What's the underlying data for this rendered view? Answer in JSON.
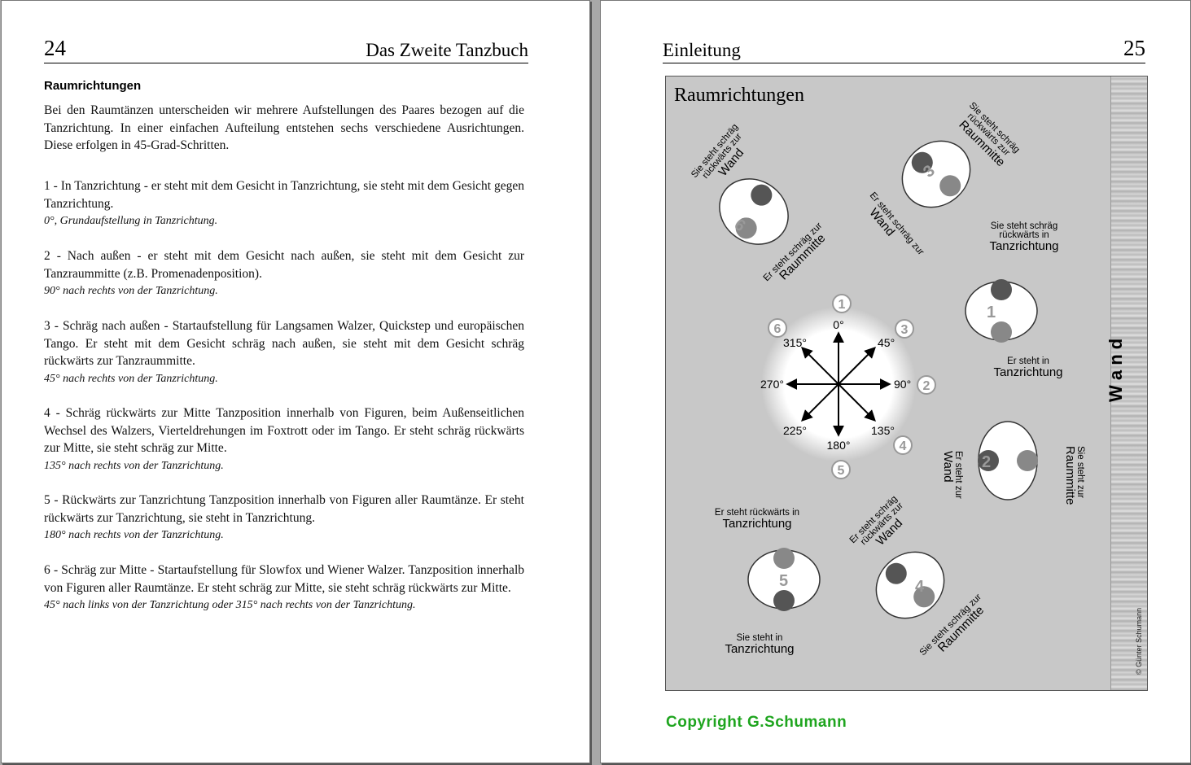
{
  "left_page": {
    "page_number": "24",
    "header_title": "Das Zweite Tanzbuch",
    "section_title": "Raumrichtungen",
    "intro": "Bei den Raumtänzen unterscheiden wir mehrere Aufstellungen des Paares bezogen auf die Tanzrichtung. In einer einfachen Aufteilung entstehen sechs verschiedene Ausrichtungen. Diese erfolgen in 45-Grad-Schritten.",
    "items": [
      {
        "text": "1 - In Tanzrichtung - er steht mit dem Gesicht in Tanzrichtung, sie steht mit dem Gesicht gegen Tanzrichtung.",
        "note": "0°, Grundaufstellung in Tanzrichtung."
      },
      {
        "text": "2 - Nach außen - er steht mit dem Gesicht nach außen, sie steht mit dem Gesicht zur Tanzraummitte (z.B. Promenadenposition).",
        "note": "90° nach rechts von der Tanzrichtung."
      },
      {
        "text": "3 - Schräg nach außen - Startaufstellung für Langsamen Walzer, Quickstep und europäischen Tango. Er steht mit dem Gesicht schräg nach außen, sie steht mit dem Gesicht schräg rückwärts zur Tanzraummitte.",
        "note": "45° nach rechts von der Tanzrichtung."
      },
      {
        "text": "4 - Schräg rückwärts zur Mitte Tanzposition innerhalb von Figuren, beim Außenseitlichen Wechsel des Walzers, Vierteldrehungen im Foxtrott oder im Tango. Er steht schräg rückwärts zur Mitte, sie steht schräg zur Mitte.",
        "note": "135° nach rechts von der Tanzrichtung."
      },
      {
        "text": "5 - Rückwärts zur Tanzrichtung Tanzposition innerhalb von Figuren aller Raumtänze. Er steht rückwärts zur Tanzrichtung, sie steht in Tanzrichtung.",
        "note": "180° nach rechts von der Tanzrichtung."
      },
      {
        "text": "6 - Schräg zur Mitte - Startaufstellung für Slowfox und Wiener Walzer. Tanzposition innerhalb von Figuren aller Raumtänze. Er steht schräg zur Mitte, sie steht schräg rückwärts zur Mitte.",
        "note": "45° nach links von der Tanzrichtung oder 315° nach rechts von der Tanzrichtung."
      }
    ]
  },
  "right_page": {
    "header_title": "Einleitung",
    "page_number": "25",
    "figure": {
      "title": "Raumrichtungen",
      "wall_label": "W a n d",
      "figure_copyright": "© Günter Schumann",
      "compass": {
        "angles": [
          "0°",
          "45°",
          "90°",
          "135°",
          "180°",
          "225°",
          "270°",
          "315°"
        ],
        "position_numbers": [
          "1",
          "3",
          "2",
          "4",
          "5",
          "6"
        ]
      },
      "couples": [
        {
          "number": "1",
          "labels": [
            "Sie steht schräg",
            "rückwärts in",
            "Tanzrichtung"
          ],
          "labels2": [
            "Er steht in",
            "Tanzrichtung"
          ]
        },
        {
          "number": "2",
          "labels": [
            "Sie steht zur",
            "Raummitte"
          ],
          "labels2": [
            "Er steht zur",
            "Wand"
          ]
        },
        {
          "number": "3",
          "labels": [
            "Sie steht schräg",
            "rückwärts zur",
            "Raummitte"
          ],
          "labels2": [
            "Er steht schräg zur",
            "Wand"
          ]
        },
        {
          "number": "4",
          "labels": [
            "Er steht schräg",
            "rückwärts zur",
            "Wand"
          ],
          "labels2": [
            "Sie steht schräg zur",
            "Raummitte"
          ]
        },
        {
          "number": "5",
          "labels": [
            "Er steht rückwärts in",
            "Tanzrichtung"
          ],
          "labels2": [
            "Sie steht in",
            "Tanzrichtung"
          ]
        },
        {
          "number": "6",
          "labels": [
            "Sie steht schräg",
            "rückwärts zur",
            "Wand"
          ],
          "labels2": [
            "Er steht schräg zur",
            "Raummitte"
          ]
        }
      ]
    },
    "copyright": "Copyright G.Schumann"
  }
}
